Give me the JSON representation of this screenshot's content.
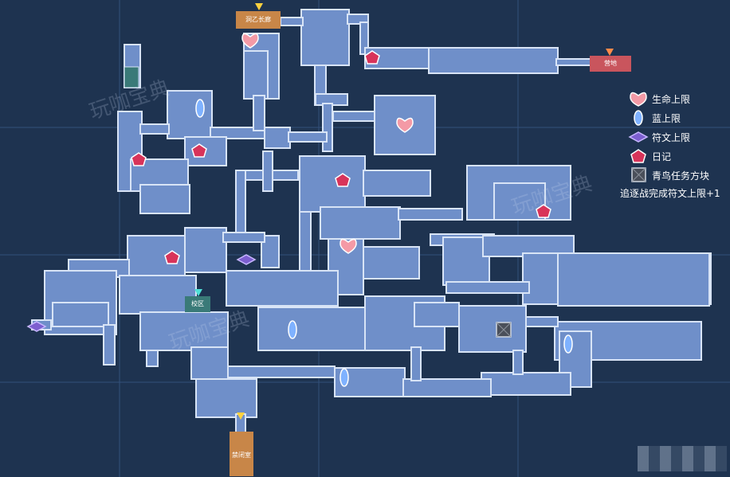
{
  "map": {
    "labels": {
      "top_entrance": "洞乙长廊",
      "right_exit": "营地",
      "campus": "校区",
      "bottom_entrance": "禁闭室"
    }
  },
  "legend": {
    "items": [
      {
        "icon": "heart-gem-icon",
        "label": "生命上限"
      },
      {
        "icon": "blue-crystal-icon",
        "label": "蓝上限"
      },
      {
        "icon": "purple-rune-icon",
        "label": "符文上限"
      },
      {
        "icon": "red-diary-icon",
        "label": "日记"
      },
      {
        "icon": "bluebird-task-block-icon",
        "label": "青鸟任务方块"
      }
    ],
    "note": "追逐战完成符文上限+1"
  },
  "watermarks": [
    "玩咖宝典",
    "玩咖宝典",
    "玩咖宝典"
  ],
  "colors": {
    "background": "#1e3350",
    "room": "#6f8fc9",
    "room_border": "#d8e4f6",
    "heart": "#f49aa6",
    "crystal": "#7fb2ff",
    "rune": "#7d5fd0",
    "diary": "#d8345a",
    "task_block": "#4a4f5a",
    "gate_orange": "#c88648",
    "gate_red": "#c9555d",
    "gate_teal": "#3a7a78"
  }
}
